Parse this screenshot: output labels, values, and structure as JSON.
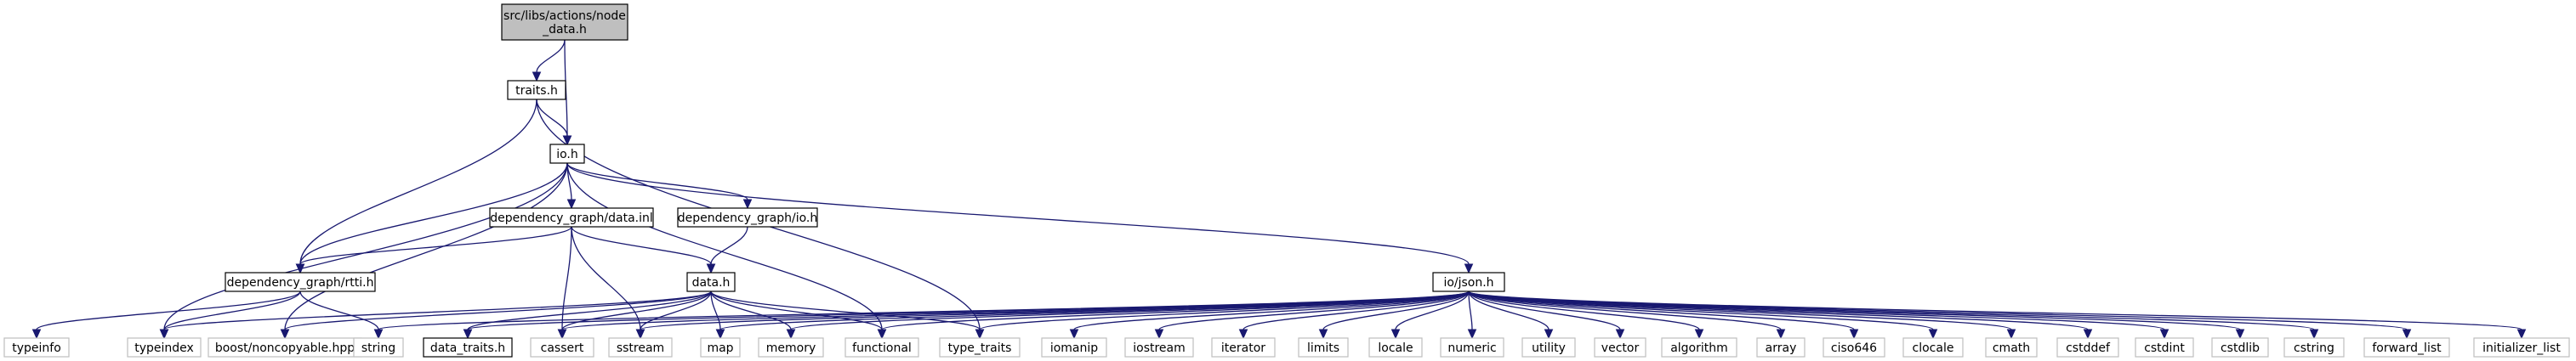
{
  "colors": {
    "edge": "#191970",
    "file_border": "#000000",
    "file_fill": "#ffffff",
    "external_border": "#bfbfbf",
    "root_fill": "#bfbfbf",
    "text": "#000000"
  },
  "graph": {
    "nodes": [
      {
        "id": "node_data",
        "lines": [
          "src/libs/actions/node",
          "_data.h"
        ],
        "kind": "root"
      },
      {
        "id": "traits",
        "lines": [
          "traits.h"
        ],
        "kind": "file"
      },
      {
        "id": "io",
        "lines": [
          "io.h"
        ],
        "kind": "file"
      },
      {
        "id": "dg_data_inl",
        "lines": [
          "dependency_graph/data.inl"
        ],
        "kind": "file"
      },
      {
        "id": "dg_io",
        "lines": [
          "dependency_graph/io.h"
        ],
        "kind": "file"
      },
      {
        "id": "io_json",
        "lines": [
          "io/json.h"
        ],
        "kind": "file"
      },
      {
        "id": "dg_rtti",
        "lines": [
          "dependency_graph/rtti.h"
        ],
        "kind": "file"
      },
      {
        "id": "data",
        "lines": [
          "data.h"
        ],
        "kind": "file"
      },
      {
        "id": "typeinfo",
        "lines": [
          "typeinfo"
        ],
        "kind": "external"
      },
      {
        "id": "typeindex",
        "lines": [
          "typeindex"
        ],
        "kind": "external"
      },
      {
        "id": "boost_noncopyable",
        "lines": [
          "boost/noncopyable.hpp"
        ],
        "kind": "external"
      },
      {
        "id": "string",
        "lines": [
          "string"
        ],
        "kind": "external"
      },
      {
        "id": "data_traits",
        "lines": [
          "data_traits.h"
        ],
        "kind": "file"
      },
      {
        "id": "cassert",
        "lines": [
          "cassert"
        ],
        "kind": "external"
      },
      {
        "id": "sstream",
        "lines": [
          "sstream"
        ],
        "kind": "external"
      },
      {
        "id": "map",
        "lines": [
          "map"
        ],
        "kind": "external"
      },
      {
        "id": "memory",
        "lines": [
          "memory"
        ],
        "kind": "external"
      },
      {
        "id": "functional",
        "lines": [
          "functional"
        ],
        "kind": "external"
      },
      {
        "id": "type_traits",
        "lines": [
          "type_traits"
        ],
        "kind": "external"
      },
      {
        "id": "iomanip",
        "lines": [
          "iomanip"
        ],
        "kind": "external"
      },
      {
        "id": "iostream",
        "lines": [
          "iostream"
        ],
        "kind": "external"
      },
      {
        "id": "iterator",
        "lines": [
          "iterator"
        ],
        "kind": "external"
      },
      {
        "id": "limits",
        "lines": [
          "limits"
        ],
        "kind": "external"
      },
      {
        "id": "locale",
        "lines": [
          "locale"
        ],
        "kind": "external"
      },
      {
        "id": "numeric",
        "lines": [
          "numeric"
        ],
        "kind": "external"
      },
      {
        "id": "utility",
        "lines": [
          "utility"
        ],
        "kind": "external"
      },
      {
        "id": "vector",
        "lines": [
          "vector"
        ],
        "kind": "external"
      },
      {
        "id": "algorithm",
        "lines": [
          "algorithm"
        ],
        "kind": "external"
      },
      {
        "id": "array",
        "lines": [
          "array"
        ],
        "kind": "external"
      },
      {
        "id": "ciso646",
        "lines": [
          "ciso646"
        ],
        "kind": "external"
      },
      {
        "id": "clocale",
        "lines": [
          "clocale"
        ],
        "kind": "external"
      },
      {
        "id": "cmath",
        "lines": [
          "cmath"
        ],
        "kind": "external"
      },
      {
        "id": "cstddef",
        "lines": [
          "cstddef"
        ],
        "kind": "external"
      },
      {
        "id": "cstdint",
        "lines": [
          "cstdint"
        ],
        "kind": "external"
      },
      {
        "id": "cstdlib",
        "lines": [
          "cstdlib"
        ],
        "kind": "external"
      },
      {
        "id": "cstring",
        "lines": [
          "cstring"
        ],
        "kind": "external"
      },
      {
        "id": "forward_list",
        "lines": [
          "forward_list"
        ],
        "kind": "external"
      },
      {
        "id": "initializer_list",
        "lines": [
          "initializer_list"
        ],
        "kind": "external"
      }
    ],
    "edges": [
      [
        "node_data",
        "traits"
      ],
      [
        "node_data",
        "io"
      ],
      [
        "traits",
        "io"
      ],
      [
        "traits",
        "dg_rtti"
      ],
      [
        "traits",
        "type_traits"
      ],
      [
        "io",
        "dg_rtti"
      ],
      [
        "io",
        "dg_data_inl"
      ],
      [
        "io",
        "dg_io"
      ],
      [
        "io",
        "io_json"
      ],
      [
        "io",
        "typeindex"
      ],
      [
        "io",
        "boost_noncopyable"
      ],
      [
        "io",
        "functional"
      ],
      [
        "dg_data_inl",
        "dg_rtti"
      ],
      [
        "dg_data_inl",
        "data"
      ],
      [
        "dg_data_inl",
        "cassert"
      ],
      [
        "dg_data_inl",
        "sstream"
      ],
      [
        "dg_io",
        "data"
      ],
      [
        "dg_rtti",
        "typeinfo"
      ],
      [
        "dg_rtti",
        "typeindex"
      ],
      [
        "dg_rtti",
        "string"
      ],
      [
        "data",
        "typeindex"
      ],
      [
        "data",
        "boost_noncopyable"
      ],
      [
        "data",
        "data_traits"
      ],
      [
        "data",
        "cassert"
      ],
      [
        "data",
        "sstream"
      ],
      [
        "data",
        "map"
      ],
      [
        "data",
        "memory"
      ],
      [
        "data",
        "functional"
      ],
      [
        "data",
        "type_traits"
      ],
      [
        "io_json",
        "string"
      ],
      [
        "io_json",
        "data_traits"
      ],
      [
        "io_json",
        "cassert"
      ],
      [
        "io_json",
        "sstream"
      ],
      [
        "io_json",
        "map"
      ],
      [
        "io_json",
        "memory"
      ],
      [
        "io_json",
        "functional"
      ],
      [
        "io_json",
        "type_traits"
      ],
      [
        "io_json",
        "iomanip"
      ],
      [
        "io_json",
        "iostream"
      ],
      [
        "io_json",
        "iterator"
      ],
      [
        "io_json",
        "limits"
      ],
      [
        "io_json",
        "locale"
      ],
      [
        "io_json",
        "numeric"
      ],
      [
        "io_json",
        "utility"
      ],
      [
        "io_json",
        "vector"
      ],
      [
        "io_json",
        "algorithm"
      ],
      [
        "io_json",
        "array"
      ],
      [
        "io_json",
        "ciso646"
      ],
      [
        "io_json",
        "clocale"
      ],
      [
        "io_json",
        "cmath"
      ],
      [
        "io_json",
        "cstddef"
      ],
      [
        "io_json",
        "cstdint"
      ],
      [
        "io_json",
        "cstdlib"
      ],
      [
        "io_json",
        "cstring"
      ],
      [
        "io_json",
        "forward_list"
      ],
      [
        "io_json",
        "initializer_list"
      ]
    ]
  }
}
